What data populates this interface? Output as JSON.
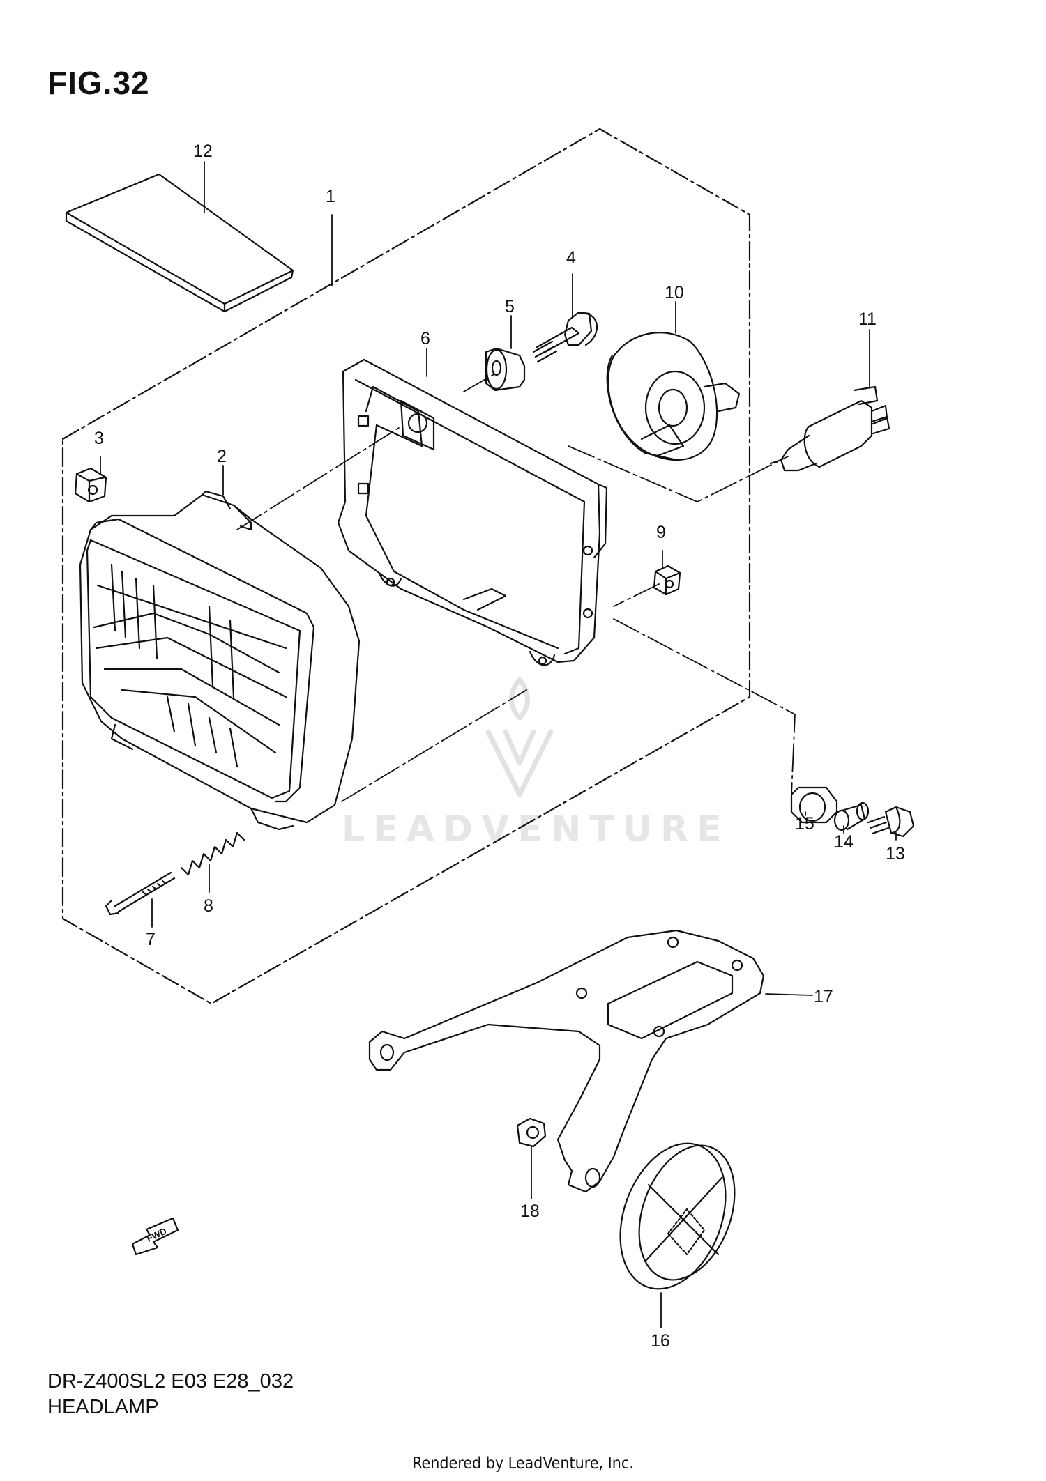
{
  "figure": {
    "title": "FIG.32"
  },
  "model_code": "DR-Z400SL2 E03 E28_032",
  "section_name": "HEADLAMP",
  "render_credit": "Rendered by LeadVenture, Inc.",
  "watermark": "LEADVENTURE",
  "fwd_label": "FWD",
  "callouts": [
    "1",
    "2",
    "3",
    "4",
    "5",
    "6",
    "7",
    "8",
    "9",
    "10",
    "11",
    "12",
    "13",
    "14",
    "15",
    "16",
    "17",
    "18"
  ]
}
